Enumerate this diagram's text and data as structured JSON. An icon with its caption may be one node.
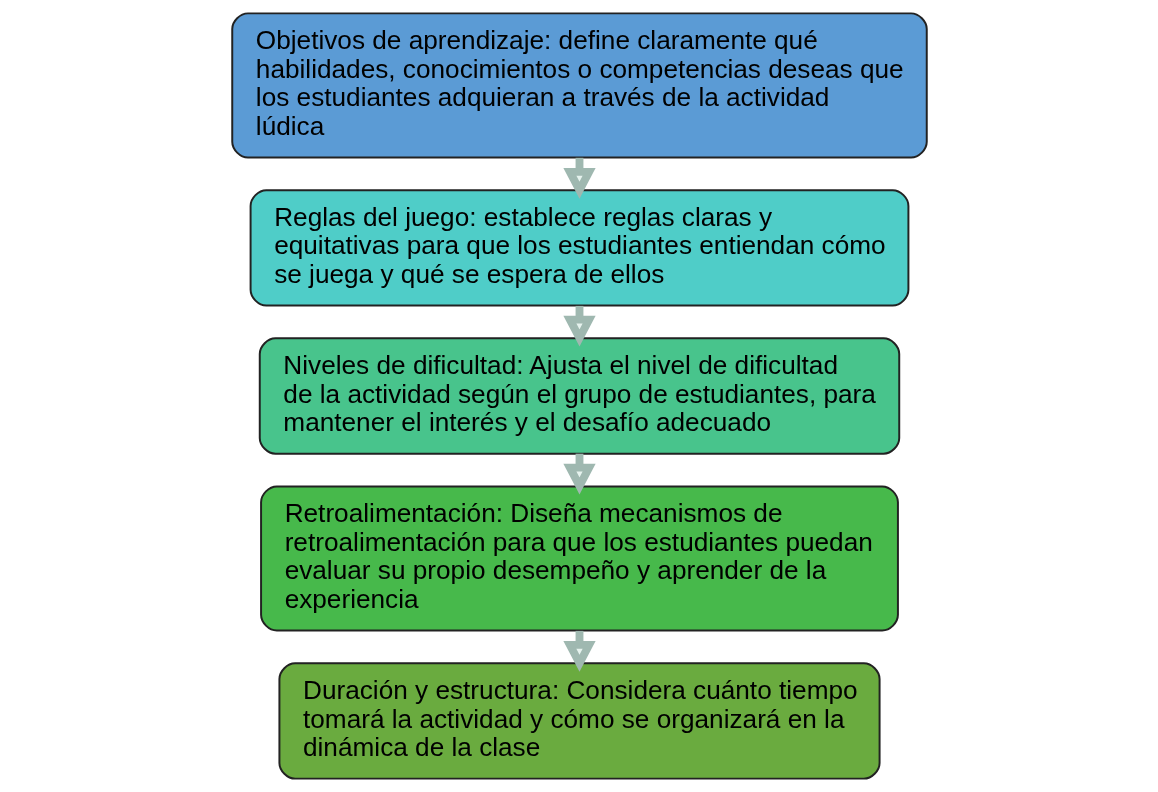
{
  "diagram": {
    "nodes": [
      {
        "text": [
          "Objetivos de aprendizaje: define claramente qué habilidades, conocimientos o competencias deseas que los estudiantes adquieran a través de la actividad lúdica"
        ]
      },
      {
        "text": [
          "Reglas del juego: establece reglas claras y equitativas para que los estudiantes entiendan cómo se juega y qué se espera de ellos"
        ]
      },
      {
        "text": [
          "Niveles de dificultad: Ajusta el nivel de dificultad de la actividad según el grupo de estudiantes, para mantener el interés y el desafío adecuado"
        ]
      },
      {
        "text": [
          "Retroalimentación: Diseña mecanismos de retroalimentación para que los estudiantes puedan evaluar su propio desempeño y aprender de la experiencia"
        ]
      },
      {
        "text": [
          "Duración y estructura: Considera cuánto tiempo tomará la actividad y cómo se organizará en la dinámica de la clase"
        ]
      }
    ],
    "edges": [
      {
        "from": 0,
        "to": 1,
        "arrow": "to"
      },
      {
        "from": 1,
        "to": 2,
        "arrow": "to"
      },
      {
        "from": 2,
        "to": 3,
        "arrow": "to"
      },
      {
        "from": 3,
        "to": 4,
        "arrow": "to"
      }
    ]
  }
}
